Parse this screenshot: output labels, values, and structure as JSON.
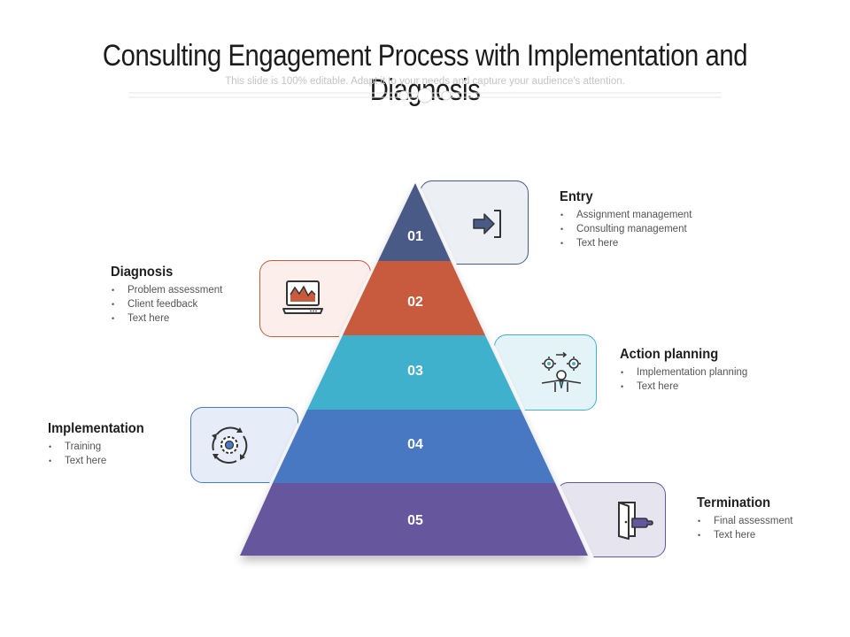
{
  "header": {
    "title": "Consulting Engagement Process with Implementation and Diagnosis",
    "subtitle": "This slide is 100% editable. Adapt it to your needs and capture your audience's attention."
  },
  "pyramid": {
    "levels": [
      {
        "number": "01",
        "color": "#4a5a87"
      },
      {
        "number": "02",
        "color": "#c85a3e"
      },
      {
        "number": "03",
        "color": "#3fb1cc"
      },
      {
        "number": "04",
        "color": "#4a78c2"
      },
      {
        "number": "05",
        "color": "#65579d"
      }
    ]
  },
  "stages": {
    "entry": {
      "heading": "Entry",
      "bullets": [
        "Assignment management",
        "Consulting management",
        "Text here"
      ],
      "icon": "enter-arrow-icon"
    },
    "diagnosis": {
      "heading": "Diagnosis",
      "bullets": [
        "Problem assessment",
        "Client feedback",
        "Text here"
      ],
      "icon": "monitor-chart-icon"
    },
    "action_planning": {
      "heading": "Action planning",
      "bullets": [
        "Implementation planning",
        "Text here"
      ],
      "icon": "person-gears-icon"
    },
    "implementation": {
      "heading": "Implementation",
      "bullets": [
        "Training",
        "Text here"
      ],
      "icon": "gear-cycle-icon"
    },
    "termination": {
      "heading": "Termination",
      "bullets": [
        "Final assessment",
        "Text here"
      ],
      "icon": "exit-door-icon"
    }
  }
}
